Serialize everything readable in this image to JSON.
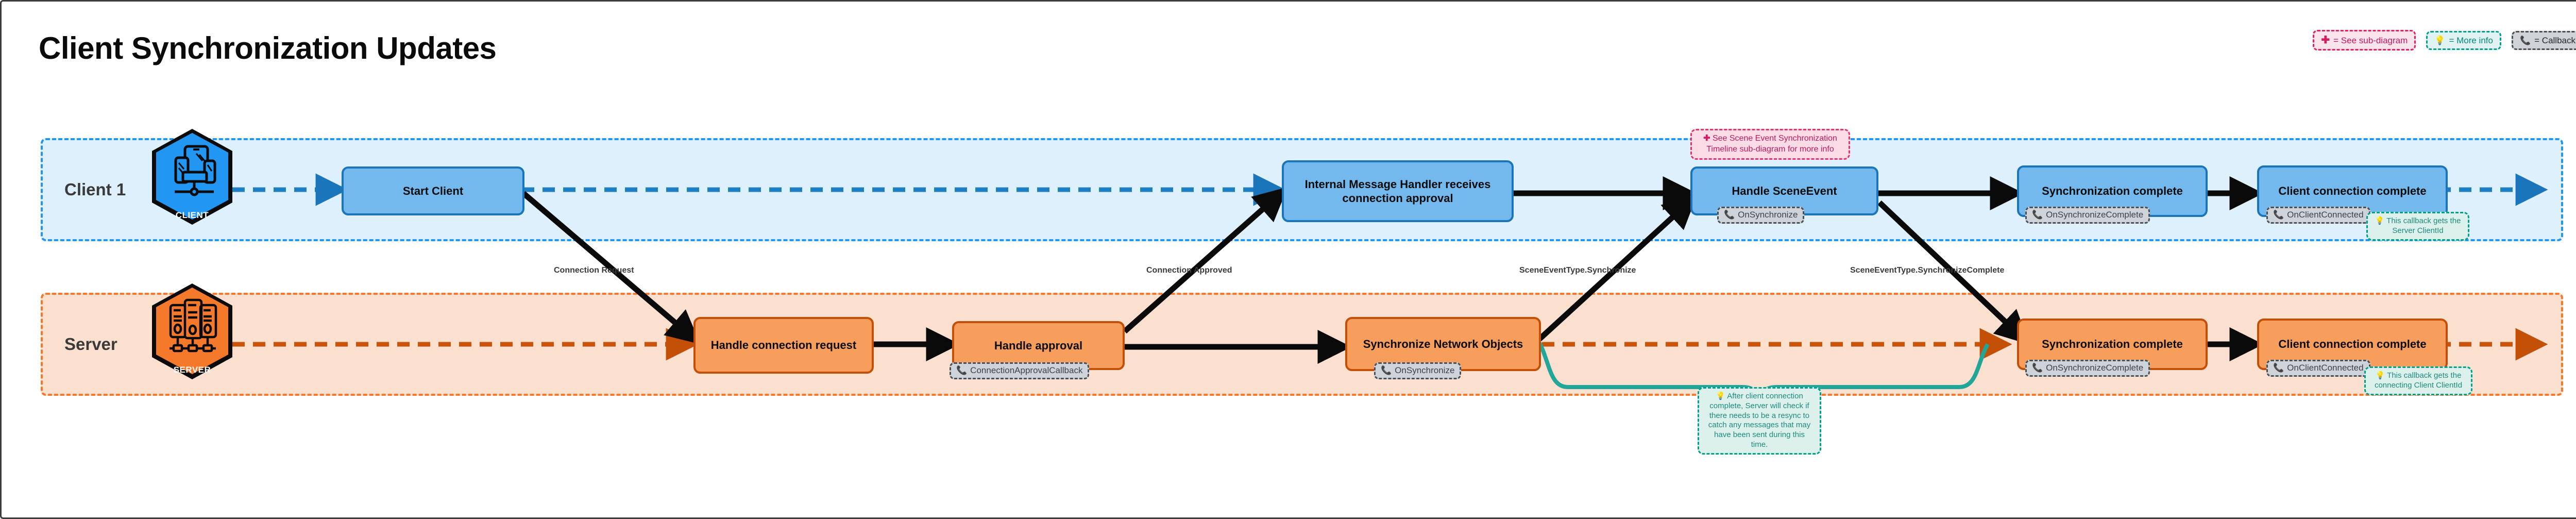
{
  "page": {
    "title": "Client Synchronization Updates"
  },
  "legend": {
    "items": [
      {
        "icon": "plus-icon",
        "label": "= See sub-diagram"
      },
      {
        "icon": "lightbulb-icon",
        "label": "= More info"
      },
      {
        "icon": "phone-icon",
        "label": "= Callback"
      }
    ]
  },
  "lanes": [
    {
      "id": "client",
      "title": "Client 1",
      "badge_label": "CLIENT",
      "badge_icon": "client-computer-icon",
      "fill": "#ddf0fb",
      "stroke": "#2196f3"
    },
    {
      "id": "server",
      "title": "Server",
      "badge_label": "SERVER",
      "badge_icon": "server-rack-icon",
      "fill": "#fbe0cf",
      "stroke": "#f4792b"
    }
  ],
  "client_nodes": [
    {
      "id": "start-client",
      "label": "Start Client"
    },
    {
      "id": "internal-msg",
      "label": "Internal Message Handler receives connection approval"
    },
    {
      "id": "handle-sceneevent",
      "label": "Handle SceneEvent"
    },
    {
      "id": "sync-complete",
      "label": "Synchronization complete"
    },
    {
      "id": "client-conn-complete",
      "label": "Client connection complete"
    }
  ],
  "server_nodes": [
    {
      "id": "handle-conn-req",
      "label": "Handle connection request"
    },
    {
      "id": "handle-approval",
      "label": "Handle approval"
    },
    {
      "id": "sync-net-objects",
      "label": "Synchronize Network Objects"
    },
    {
      "id": "srv-sync-complete",
      "label": "Synchronization complete"
    },
    {
      "id": "srv-client-conn-complete",
      "label": "Client connection complete"
    }
  ],
  "callbacks": {
    "client_handle_sceneevent": "OnSynchronize",
    "client_sync_complete": "OnSynchronizeComplete",
    "client_conn_complete": "OnClientConnected",
    "server_handle_approval": "ConnectionApprovalCallback",
    "server_sync_net_objects": "OnSynchronize",
    "server_sync_complete": "OnSynchronizeComplete",
    "server_conn_complete": "OnClientConnected"
  },
  "notes": {
    "sub_diagram_sceneevent": "See Scene Event Synchronization Timeline sub-diagram for more info",
    "client_serverclientid": "This callback gets the Server ClientId",
    "server_resync": "After client connection complete, Server will check if there needs to be a resync to catch any messages that may have been sent during this time.",
    "server_clientclientid": "This callback gets the connecting Client ClientId"
  },
  "edge_labels": [
    {
      "id": "connection-request",
      "text": "Connection Request"
    },
    {
      "id": "connection-approved",
      "text": "Connection Approved"
    },
    {
      "id": "scene-sync",
      "text": "SceneEventType.Synchronize"
    },
    {
      "id": "scene-sync-complete",
      "text": "SceneEventType.SynchronizeComplete"
    }
  ],
  "colors": {
    "client_accent": "#1a75bb",
    "client_fill": "#74b9ee",
    "server_accent": "#c44f07",
    "server_fill": "#f79e5c",
    "note_teal": "#00a08a",
    "note_pink": "#e4336b",
    "callback_gray": "#4a4f55"
  }
}
